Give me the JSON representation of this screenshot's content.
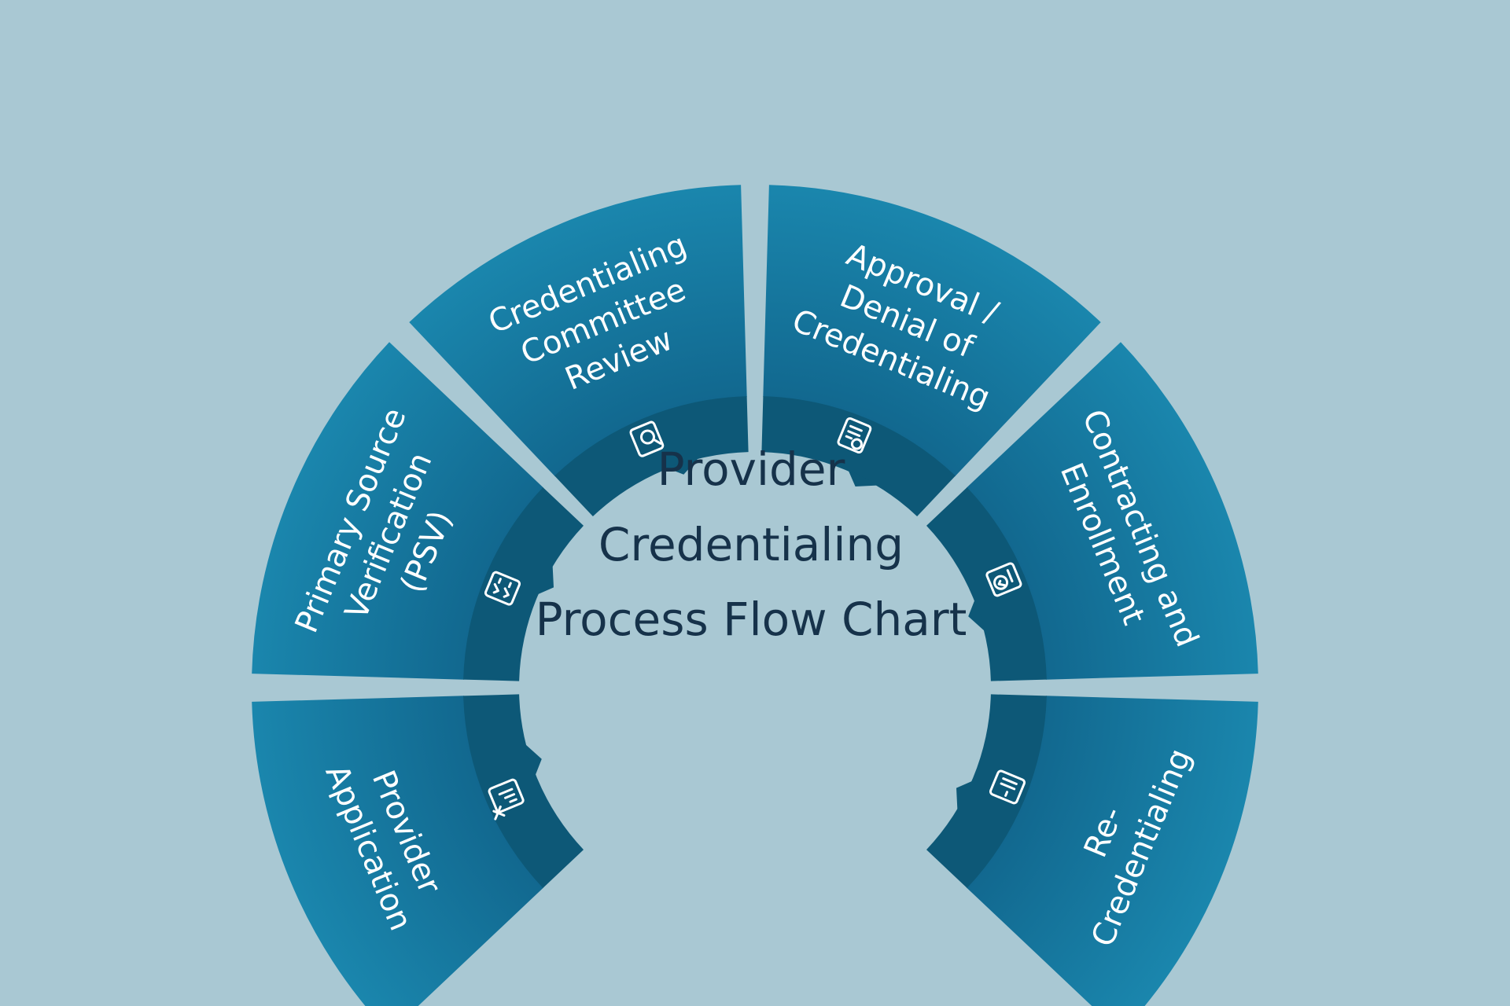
{
  "title": {
    "lines": [
      "Provider",
      "Credentialing",
      "Process Flow Chart"
    ]
  },
  "colors": {
    "background": "#a9c8d3",
    "segment_outer_light": "#1a86ad",
    "segment_outer_dark": "#0f5f86",
    "inner_band": "#0d5877",
    "title_text": "#16324a"
  },
  "segments": [
    {
      "id": "provider-application",
      "label_lines": [
        "Provider",
        "Application"
      ],
      "icon": "chart-icon"
    },
    {
      "id": "primary-source-verification",
      "label_lines": [
        "Primary Source",
        "Verification",
        "(PSV)"
      ],
      "icon": "checklist-icon"
    },
    {
      "id": "credentialing-committee-review",
      "label_lines": [
        "Credentialing",
        "Committee",
        "Review"
      ],
      "icon": "magnifier-document-icon"
    },
    {
      "id": "approval-denial",
      "label_lines": [
        "Approval /",
        "Denial of",
        "Credentialing"
      ],
      "icon": "document-check-icon"
    },
    {
      "id": "contracting-enrollment",
      "label_lines": [
        "Contracting and",
        "Enrollment"
      ],
      "icon": "contract-icon"
    },
    {
      "id": "re-credentialing",
      "label_lines": [
        "Re-",
        "Credentialing"
      ],
      "icon": "refresh-document-icon"
    }
  ]
}
